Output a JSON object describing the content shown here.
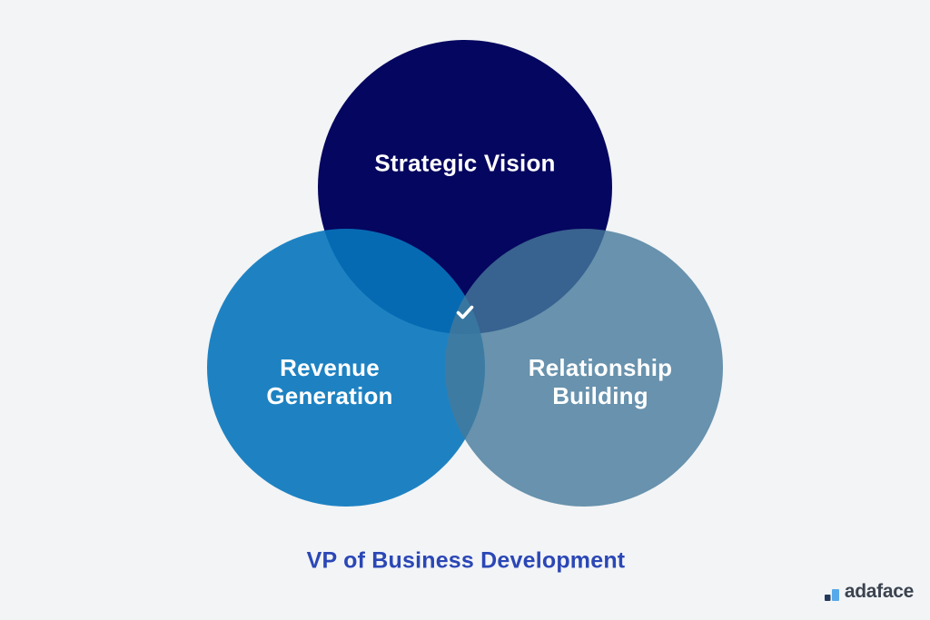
{
  "page": {
    "background": "#f2f4f6"
  },
  "venn": {
    "type": "venn-diagram",
    "sets": [
      {
        "id": "strategic-vision",
        "label": "Strategic Vision",
        "color": "#05065f",
        "text_color": "#ffffff"
      },
      {
        "id": "revenue-generation",
        "label": "Revenue Generation",
        "color": "rgba(7,118,188,0.9)",
        "text_color": "#ffffff"
      },
      {
        "id": "relationship-building",
        "label": "Relationship Building",
        "color": "rgba(69,121,155,0.8)",
        "text_color": "#ffffff"
      }
    ],
    "center_icon": "checkmark",
    "center_icon_color": "#ffffff",
    "caption": "VP of Business Development",
    "caption_color": "#2b47b6"
  },
  "branding": {
    "wordmark": "adaface",
    "wordmark_color": "#3b434f",
    "icon": {
      "name": "bar-chart-icon",
      "left_bar_color": "#24395c",
      "right_bar_color": "#58a9e9"
    }
  }
}
